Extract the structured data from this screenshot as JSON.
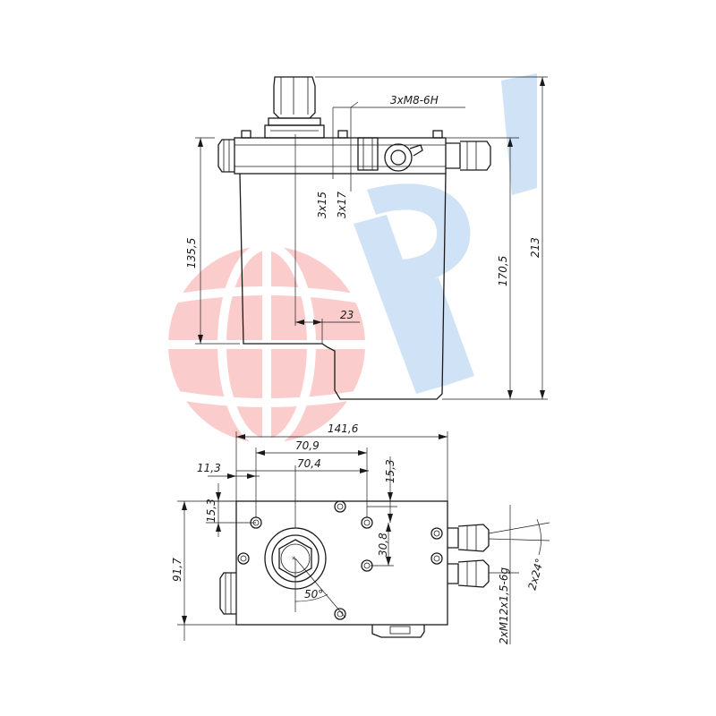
{
  "drawing": {
    "top_view_dims": {
      "thread": "3xM8-6H",
      "depth_a": "3x15",
      "depth_b": "3x17",
      "height_left": "135,5",
      "offset": "23",
      "height_mid": "170,5",
      "height_total": "213"
    },
    "bottom_view_dims": {
      "width_total": "141,6",
      "hole_x1": "70,9",
      "hole_x2": "70,4",
      "edge_x": "11,3",
      "edge_y_right": "15,3",
      "edge_y_left": "15,3",
      "hole_spacing": "30,8",
      "depth_total": "91,7",
      "angle": "50°",
      "fitting_angle": "2x24°",
      "fitting_thread": "2xM12x1,5-6g"
    }
  },
  "colors": {
    "line": "#1a1a1a",
    "watermark_red": "#f26b6b",
    "watermark_blue": "#4a90d9"
  }
}
